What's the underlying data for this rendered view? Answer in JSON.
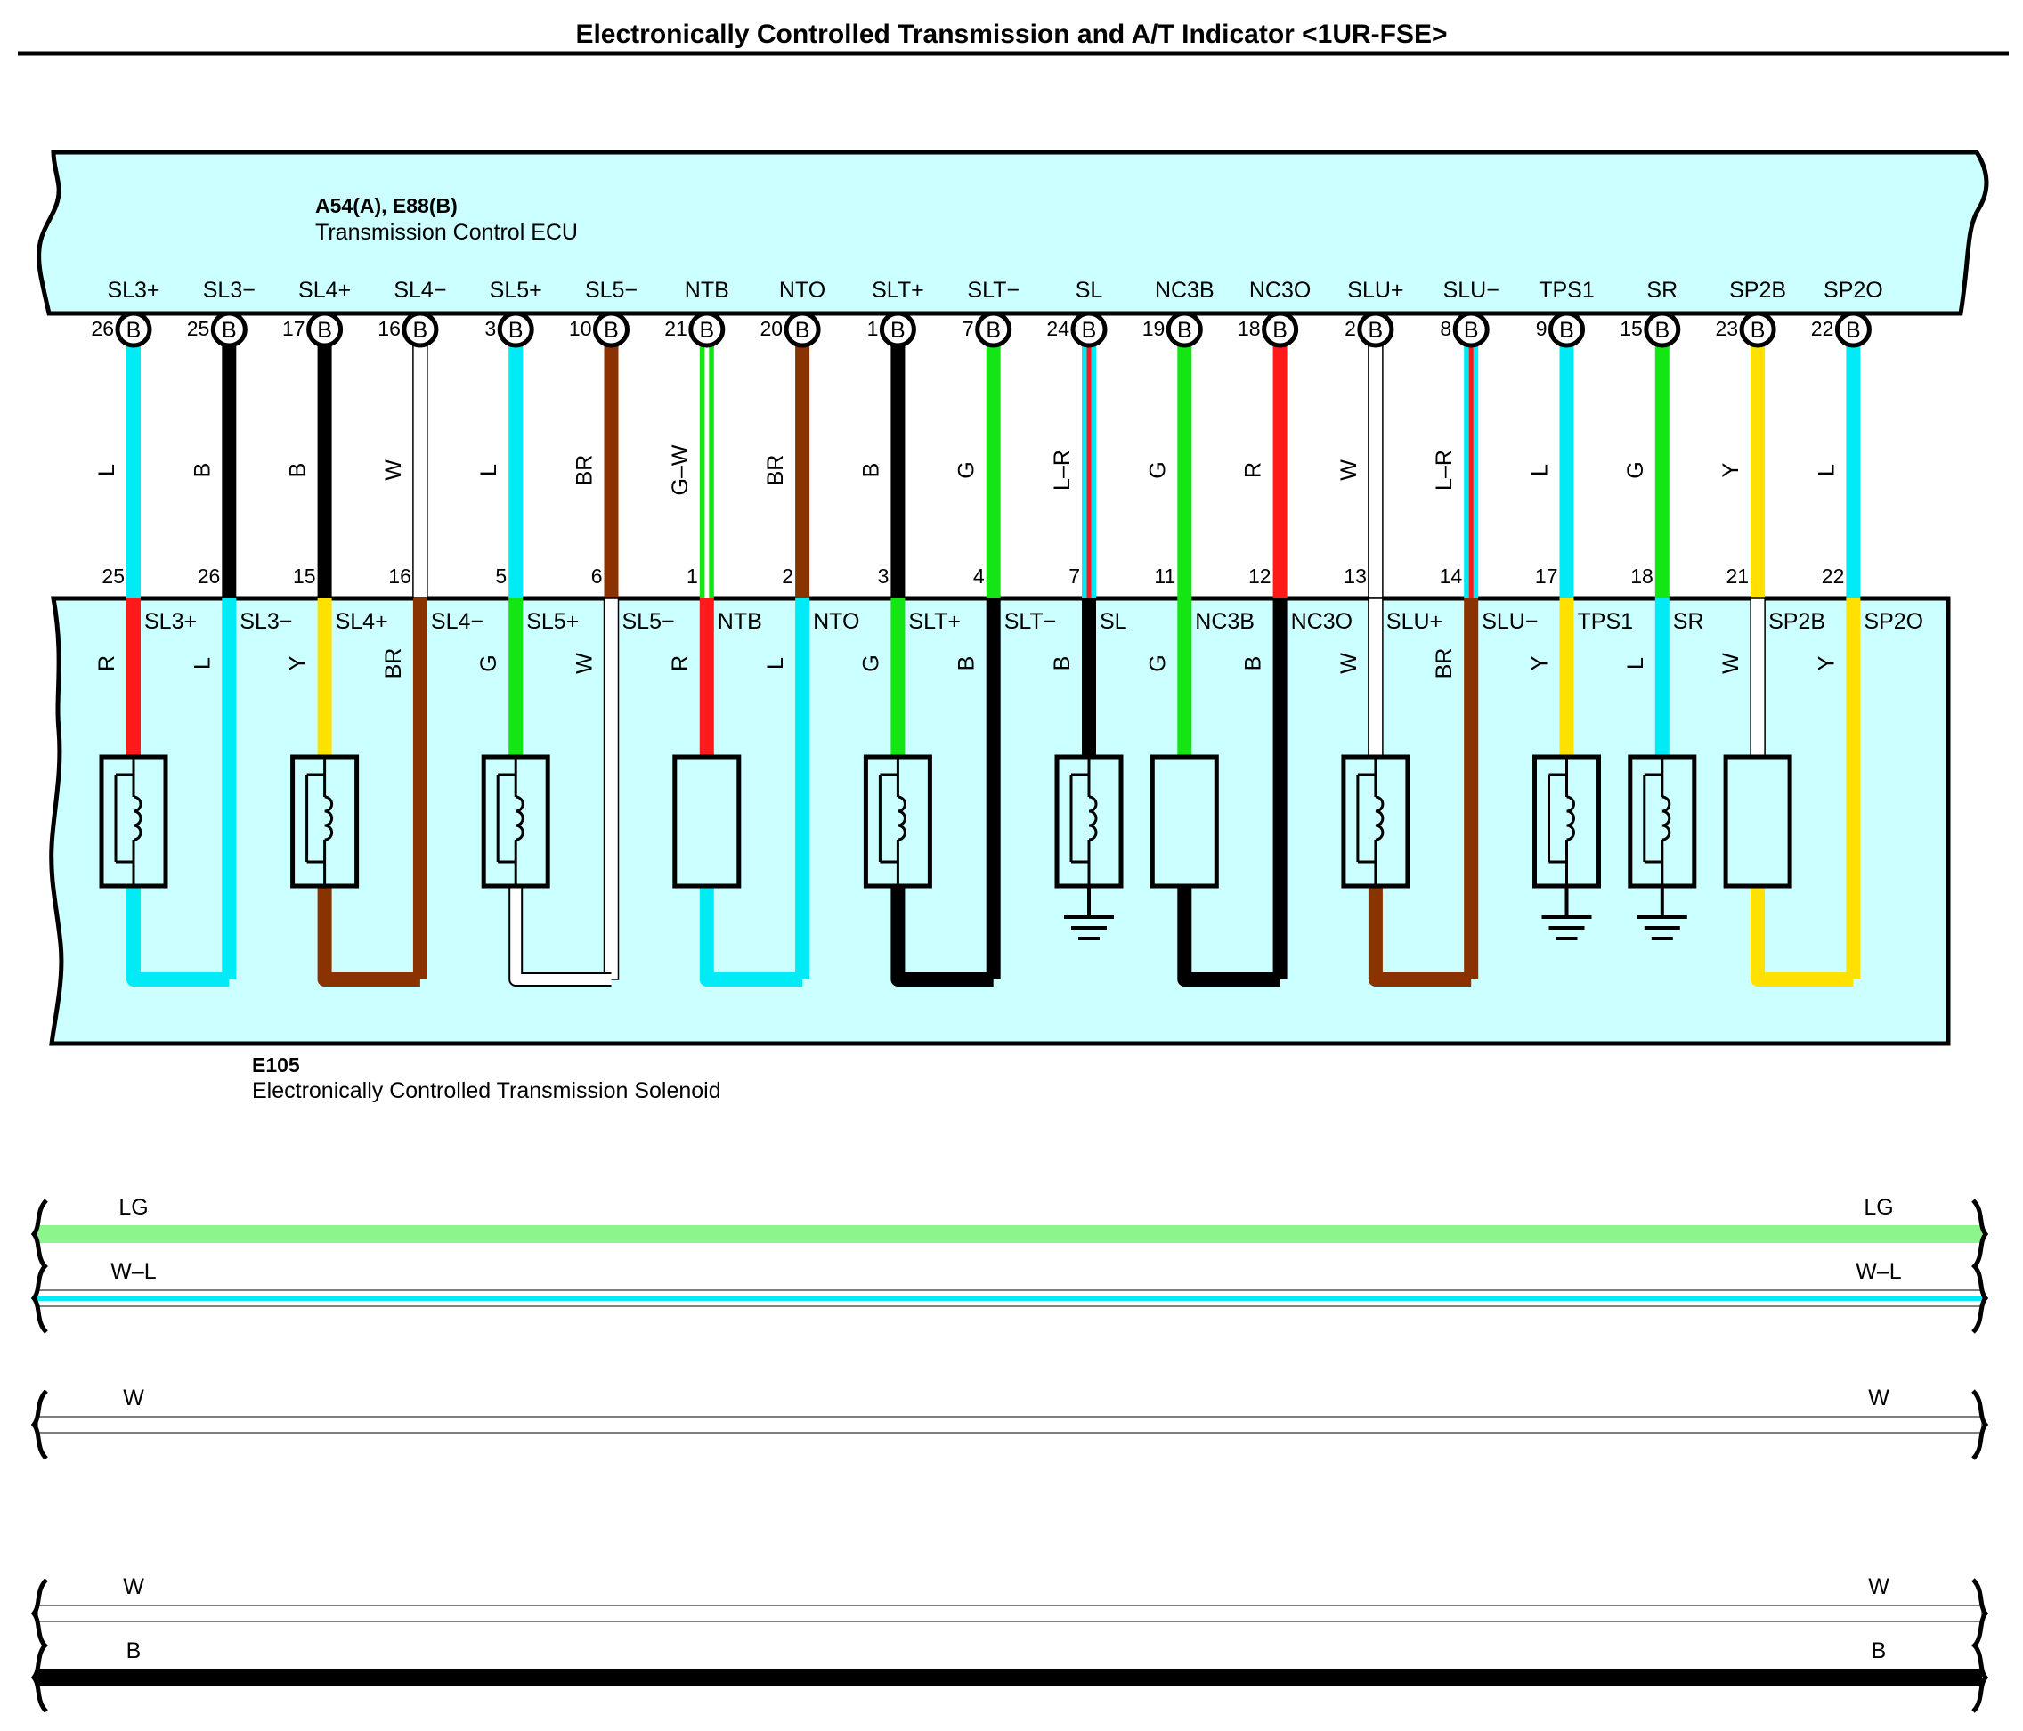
{
  "title": "Electronically Controlled Transmission and A/T Indicator <1UR-FSE>",
  "ecu": {
    "code": "A54(A), E88(B)",
    "name": "Transmission Control ECU"
  },
  "solenoid": {
    "code": "E105",
    "name": "Electronically Controlled Transmission Solenoid"
  },
  "colors": {
    "L": "#00ebf5",
    "B": "#000000",
    "W": "#ffffff",
    "BR": "#8a3200",
    "R": "#ff1a1a",
    "G": "#14e614",
    "Y": "#ffe100",
    "LG": "#8cf58c",
    "bg": "#ccffff"
  },
  "top_wires": [
    {
      "ecu_label": "SL3+",
      "ecu_pin": "26",
      "conn": "B",
      "wire": "L",
      "sol_pin": "25"
    },
    {
      "ecu_label": "SL3−",
      "ecu_pin": "25",
      "conn": "B",
      "wire": "B",
      "sol_pin": "26"
    },
    {
      "ecu_label": "SL4+",
      "ecu_pin": "17",
      "conn": "B",
      "wire": "B",
      "sol_pin": "15"
    },
    {
      "ecu_label": "SL4−",
      "ecu_pin": "16",
      "conn": "B",
      "wire": "W",
      "sol_pin": "16"
    },
    {
      "ecu_label": "SL5+",
      "ecu_pin": "3",
      "conn": "B",
      "wire": "L",
      "sol_pin": "5"
    },
    {
      "ecu_label": "SL5−",
      "ecu_pin": "10",
      "conn": "B",
      "wire": "BR",
      "sol_pin": "6"
    },
    {
      "ecu_label": "NTB",
      "ecu_pin": "21",
      "conn": "B",
      "wire": "G–W",
      "sol_pin": "1"
    },
    {
      "ecu_label": "NTO",
      "ecu_pin": "20",
      "conn": "B",
      "wire": "BR",
      "sol_pin": "2"
    },
    {
      "ecu_label": "SLT+",
      "ecu_pin": "1",
      "conn": "B",
      "wire": "B",
      "sol_pin": "3"
    },
    {
      "ecu_label": "SLT−",
      "ecu_pin": "7",
      "conn": "B",
      "wire": "G",
      "sol_pin": "4"
    },
    {
      "ecu_label": "SL",
      "ecu_pin": "24",
      "conn": "B",
      "wire": "L–R",
      "sol_pin": "7"
    },
    {
      "ecu_label": "NC3B",
      "ecu_pin": "19",
      "conn": "B",
      "wire": "G",
      "sol_pin": "11"
    },
    {
      "ecu_label": "NC3O",
      "ecu_pin": "18",
      "conn": "B",
      "wire": "R",
      "sol_pin": "12"
    },
    {
      "ecu_label": "SLU+",
      "ecu_pin": "2",
      "conn": "B",
      "wire": "W",
      "sol_pin": "13"
    },
    {
      "ecu_label": "SLU−",
      "ecu_pin": "8",
      "conn": "B",
      "wire": "L–R",
      "sol_pin": "14"
    },
    {
      "ecu_label": "TPS1",
      "ecu_pin": "9",
      "conn": "B",
      "wire": "L",
      "sol_pin": "17"
    },
    {
      "ecu_label": "SR",
      "ecu_pin": "15",
      "conn": "B",
      "wire": "G",
      "sol_pin": "18"
    },
    {
      "ecu_label": "SP2B",
      "ecu_pin": "23",
      "conn": "B",
      "wire": "Y",
      "sol_pin": "21"
    },
    {
      "ecu_label": "SP2O",
      "ecu_pin": "22",
      "conn": "B",
      "wire": "L",
      "sol_pin": "22"
    }
  ],
  "sol_channels": [
    {
      "label": "SL3+",
      "wire": "R"
    },
    {
      "label": "SL3−",
      "wire": "L"
    },
    {
      "label": "SL4+",
      "wire": "Y"
    },
    {
      "label": "SL4−",
      "wire": "BR"
    },
    {
      "label": "SL5+",
      "wire": "G"
    },
    {
      "label": "SL5−",
      "wire": "W"
    },
    {
      "label": "NTB",
      "wire": "R"
    },
    {
      "label": "NTO",
      "wire": "L"
    },
    {
      "label": "SLT+",
      "wire": "G"
    },
    {
      "label": "SLT−",
      "wire": "B"
    },
    {
      "label": "SL",
      "wire": "B"
    },
    {
      "label": "NC3B",
      "wire": "G"
    },
    {
      "label": "NC3O",
      "wire": "B"
    },
    {
      "label": "SLU+",
      "wire": "W"
    },
    {
      "label": "SLU−",
      "wire": "BR"
    },
    {
      "label": "TPS1",
      "wire": "Y"
    },
    {
      "label": "SR",
      "wire": "L"
    },
    {
      "label": "SP2B",
      "wire": "W"
    },
    {
      "label": "SP2O",
      "wire": "Y"
    }
  ],
  "components": [
    {
      "type": "coil",
      "channels": [
        0,
        1
      ],
      "loop": "L"
    },
    {
      "type": "coil",
      "channels": [
        2,
        3
      ],
      "loop": "BR"
    },
    {
      "type": "coil",
      "channels": [
        4,
        5
      ],
      "loop": "W"
    },
    {
      "type": "box",
      "channels": [
        6,
        7
      ],
      "loop": "L"
    },
    {
      "type": "coil",
      "channels": [
        8,
        9
      ],
      "loop": "B"
    },
    {
      "type": "coil",
      "channels": [
        10
      ],
      "ground": true
    },
    {
      "type": "box",
      "channels": [
        11,
        12
      ],
      "loop": "B"
    },
    {
      "type": "coil",
      "channels": [
        13,
        14
      ],
      "loop": "BR"
    },
    {
      "type": "coil",
      "channels": [
        15
      ],
      "ground": true
    },
    {
      "type": "coil",
      "channels": [
        16
      ],
      "ground": true
    },
    {
      "type": "box",
      "channels": [
        17,
        18
      ],
      "loop": "Y"
    }
  ],
  "bottom_lines": [
    {
      "label": "LG",
      "wire": "LG"
    },
    {
      "label": "W–L",
      "wire": "W–L"
    },
    {
      "label": "W",
      "wire": "W"
    },
    {
      "label": "W",
      "wire": "W"
    },
    {
      "label": "B",
      "wire": "B"
    }
  ]
}
